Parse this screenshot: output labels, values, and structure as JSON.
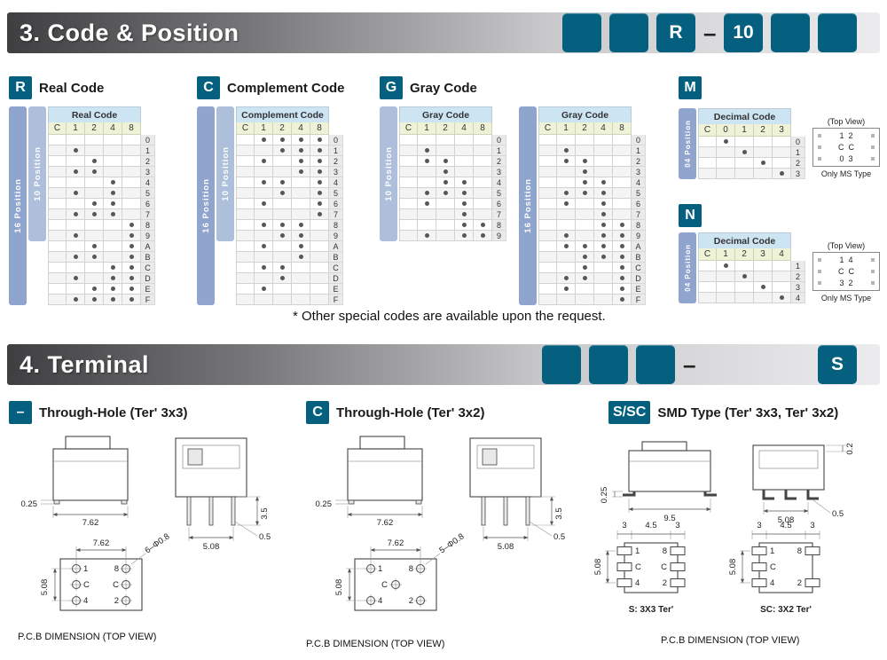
{
  "section3": {
    "title": "3. Code & Position",
    "boxes": [
      "",
      "",
      "R",
      "10",
      "",
      ""
    ],
    "dash": "–",
    "footnote": "* Other special codes are available upon the request."
  },
  "section4": {
    "title": "4. Terminal",
    "boxes": [
      "",
      "",
      ""
    ],
    "dash": "–",
    "last_box": "S"
  },
  "strips": {
    "p16": "16 Position",
    "p10": "10 Position",
    "p04": "04 Position"
  },
  "codes": {
    "real": {
      "badge": "R",
      "label": "Real Code"
    },
    "complement": {
      "badge": "C",
      "label": "Complement Code"
    },
    "gray": {
      "badge": "G",
      "label": "Gray Code"
    },
    "m": {
      "badge": "M"
    },
    "n": {
      "badge": "N"
    }
  },
  "tables": {
    "real": {
      "title": "Real Code",
      "cols": [
        "C",
        "1",
        "2",
        "4",
        "8"
      ],
      "rows": [
        [
          "0",
          "00000"
        ],
        [
          "1",
          "01000"
        ],
        [
          "2",
          "00100"
        ],
        [
          "3",
          "01100"
        ],
        [
          "4",
          "00010"
        ],
        [
          "5",
          "01010"
        ],
        [
          "6",
          "00110"
        ],
        [
          "7",
          "01110"
        ],
        [
          "8",
          "00001"
        ],
        [
          "9",
          "01001"
        ],
        [
          "A",
          "00101"
        ],
        [
          "B",
          "01101"
        ],
        [
          "C",
          "00011"
        ],
        [
          "D",
          "01011"
        ],
        [
          "E",
          "00111"
        ],
        [
          "F",
          "01111"
        ]
      ]
    },
    "complement": {
      "title": "Complement Code",
      "cols": [
        "C",
        "1",
        "2",
        "4",
        "8"
      ],
      "rows": [
        [
          "0",
          "01111"
        ],
        [
          "1",
          "00111"
        ],
        [
          "2",
          "01011"
        ],
        [
          "3",
          "00011"
        ],
        [
          "4",
          "01101"
        ],
        [
          "5",
          "00101"
        ],
        [
          "6",
          "01001"
        ],
        [
          "7",
          "00001"
        ],
        [
          "8",
          "01110"
        ],
        [
          "9",
          "00110"
        ],
        [
          "A",
          "01010"
        ],
        [
          "B",
          "00010"
        ],
        [
          "C",
          "01100"
        ],
        [
          "D",
          "00100"
        ],
        [
          "E",
          "01000"
        ],
        [
          "F",
          "00000"
        ]
      ]
    },
    "gray10": {
      "title": "Gray Code",
      "cols": [
        "C",
        "1",
        "2",
        "4",
        "8"
      ],
      "rows": [
        [
          "0",
          "00000"
        ],
        [
          "1",
          "01000"
        ],
        [
          "2",
          "01100"
        ],
        [
          "3",
          "00100"
        ],
        [
          "4",
          "00110"
        ],
        [
          "5",
          "01110"
        ],
        [
          "6",
          "01010"
        ],
        [
          "7",
          "00010"
        ],
        [
          "8",
          "00011"
        ],
        [
          "9",
          "01011"
        ]
      ]
    },
    "gray16": {
      "title": "Gray Code",
      "cols": [
        "C",
        "1",
        "2",
        "4",
        "8"
      ],
      "rows": [
        [
          "0",
          "00000"
        ],
        [
          "1",
          "01000"
        ],
        [
          "2",
          "01100"
        ],
        [
          "3",
          "00100"
        ],
        [
          "4",
          "00110"
        ],
        [
          "5",
          "01110"
        ],
        [
          "6",
          "01010"
        ],
        [
          "7",
          "00010"
        ],
        [
          "8",
          "00011"
        ],
        [
          "9",
          "01011"
        ],
        [
          "A",
          "01111"
        ],
        [
          "B",
          "00111"
        ],
        [
          "C",
          "00101"
        ],
        [
          "D",
          "01101"
        ],
        [
          "E",
          "01001"
        ],
        [
          "F",
          "00001"
        ]
      ]
    },
    "decimal_m": {
      "title": "Decimal Code",
      "cols": [
        "C",
        "0",
        "1",
        "2",
        "3"
      ],
      "rows": [
        [
          "0",
          "01000"
        ],
        [
          "1",
          "00100"
        ],
        [
          "2",
          "00010"
        ],
        [
          "3",
          "00001"
        ]
      ]
    },
    "decimal_n": {
      "title": "Decimal Code",
      "cols": [
        "C",
        "1",
        "2",
        "3",
        "4"
      ],
      "rows": [
        [
          "1",
          "01000"
        ],
        [
          "2",
          "00100"
        ],
        [
          "3",
          "00010"
        ],
        [
          "4",
          "00001"
        ]
      ]
    }
  },
  "topview_m": {
    "title": "(Top View)",
    "lines": [
      "1  2",
      "C  C",
      "0  3"
    ],
    "note": "Only MS Type"
  },
  "topview_n": {
    "title": "(Top View)",
    "lines": [
      "1  4",
      "C  C",
      "3  2"
    ],
    "note": "Only MS Type"
  },
  "terminals": {
    "t1": {
      "badge": "–",
      "label": "Through-Hole (Ter' 3x3)",
      "dims": {
        "standoff": "0.25",
        "pin_len": "3.5",
        "body_w": "7.62",
        "pin_pitch": "5.08",
        "pin_w": "0.5",
        "col_pitch": "7.62",
        "row_pitch": "5.08",
        "holes": "6–Φ0.8"
      },
      "pins": {
        "tl": "1",
        "tr": "8",
        "ml": "C",
        "mr": "C",
        "bl": "4",
        "br": "2"
      },
      "caption": "P.C.B DIMENSION (TOP VIEW)"
    },
    "t2": {
      "badge": "C",
      "label": "Through-Hole (Ter' 3x2)",
      "dims": {
        "standoff": "0.25",
        "pin_len": "3.5",
        "body_w": "7.62",
        "pin_pitch": "5.08",
        "pin_w": "0.5",
        "col_pitch": "7.62",
        "row_pitch": "5.08",
        "holes": "5–Φ0.8"
      },
      "pins": {
        "tl": "1",
        "tr": "8",
        "mc": "C",
        "bl": "4",
        "br": "2"
      },
      "caption": "P.C.B DIMENSION (TOP VIEW)"
    },
    "t3": {
      "badge": "S/SC",
      "label": "SMD Type (Ter' 3x3, Ter' 3x2)",
      "dims": {
        "standoff": "0.25",
        "body_w": "9.5",
        "lead": "0.2",
        "pin_pitch": "5.08",
        "pin_w": "0.5",
        "pad_w": "3",
        "pad_gap": "4.5",
        "row_pitch": "5.08"
      },
      "pins_s": {
        "tl": "1",
        "tr": "8",
        "ml": "C",
        "mr": "C",
        "bl": "4",
        "br": "2"
      },
      "pins_sc": {
        "tl": "1",
        "tr": "8",
        "ml": "C",
        "bl": "4",
        "br": "2"
      },
      "s_label": "S: 3X3 Ter'",
      "sc_label": "SC: 3X2 Ter'",
      "caption": "P.C.B DIMENSION (TOP VIEW)"
    }
  }
}
